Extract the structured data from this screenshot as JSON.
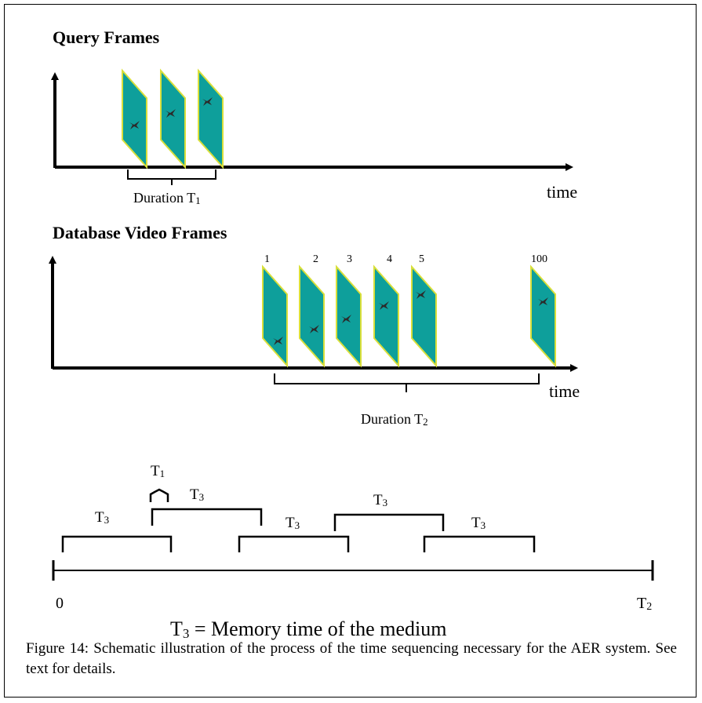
{
  "query": {
    "title": "Query Frames",
    "duration_label": "Duration T",
    "duration_sub": "1",
    "axis_label": "time"
  },
  "database": {
    "title": "Database Video Frames",
    "frame_numbers": [
      "1",
      "2",
      "3",
      "4",
      "5",
      "100"
    ],
    "duration_label": "Duration T",
    "duration_sub": "2",
    "axis_label": "time"
  },
  "timeline": {
    "t1_label": "T",
    "t1_sub": "1",
    "t3_label": "T",
    "t3_sub": "3",
    "start_label": "0",
    "end_label": "T",
    "end_sub": "2",
    "legend": " = Memory time of the medium"
  },
  "caption": "Figure 14: Schematic illustration of the process of the time sequencing necessary for the AER system.  See text for details.",
  "colors": {
    "frame_fill": "#0e9f9b",
    "frame_edge": "#d9df3a",
    "axis": "#000000"
  }
}
